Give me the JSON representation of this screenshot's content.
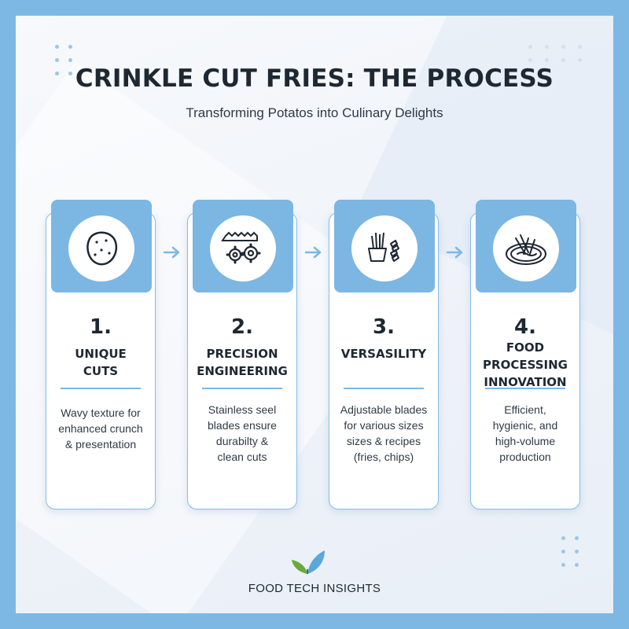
{
  "header": {
    "title": "CRINKLE CUT FRIES: THE PROCESS",
    "subtitle": "Transforming Potatos into Culinary Delights"
  },
  "steps": [
    {
      "number": "1.",
      "label_lines": [
        "UNIQUE",
        "CUTS"
      ],
      "desc_lines": [
        "Wavy texture for",
        "enhanced crunch",
        "& presentation"
      ],
      "icon": "potato-icon"
    },
    {
      "number": "2.",
      "label_lines": [
        "PRECISION",
        "ENGINEERING"
      ],
      "desc_lines": [
        "Stainless seel",
        "blades ensure",
        "durabilty &",
        "clean cuts"
      ],
      "icon": "blade-gears-icon"
    },
    {
      "number": "3.",
      "label_lines": [
        "VERSASILITY"
      ],
      "desc_lines": [
        "Adjustable blades",
        "for various sizes",
        "sizes & recipes",
        "(fries, chips)"
      ],
      "icon": "fries-icon"
    },
    {
      "number": "4.",
      "label_lines": [
        "FOOD",
        "PROCESSING",
        "INNOVATION"
      ],
      "desc_lines": [
        "Efficient,",
        "hygienic, and",
        "high-volume",
        "production"
      ],
      "icon": "fries-plate-icon"
    }
  ],
  "footer": {
    "brand": "FOOD TECH INSIGHTS",
    "logo_icon": "leaf-logo-icon"
  },
  "colors": {
    "accent": "#7cb6e3",
    "border": "#84bde6",
    "text": "#1e2833",
    "background": "#7db8e4"
  }
}
